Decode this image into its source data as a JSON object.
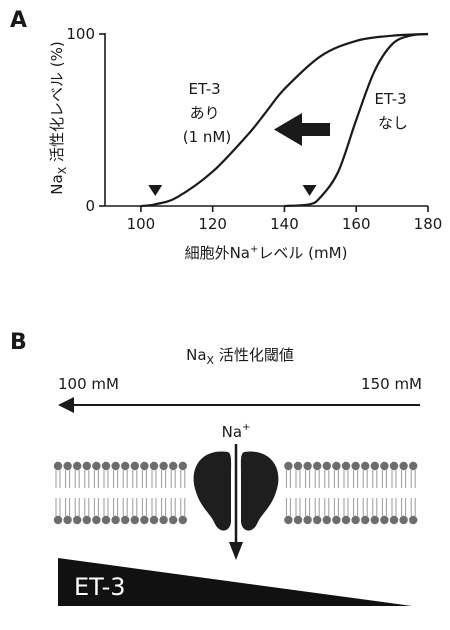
{
  "panel_a": {
    "letter": "A",
    "ylabel_main": "Na",
    "ylabel_sub": "X",
    "ylabel_rest": " 活性化レベル (%)",
    "xlabel_main": "細胞外Na",
    "xlabel_sup": "+",
    "xlabel_rest": "レベル (mM)",
    "curve_with": {
      "line1": "ET-3",
      "line2": "あり",
      "line3": "(1 nM)"
    },
    "curve_without": {
      "line1": "ET-3",
      "line2": "なし"
    }
  },
  "panel_b": {
    "letter": "B",
    "title_main": "Na",
    "title_sub": "X",
    "title_rest": " 活性化閾値",
    "left_value": "100 mM",
    "right_value": "150 mM",
    "ion_main": "Na",
    "ion_sup": "+",
    "wedge_label": "ET-3"
  },
  "chart_data": {
    "type": "line",
    "xlim": [
      90,
      180
    ],
    "ylim": [
      0,
      100
    ],
    "x_ticks": [
      "100",
      "120",
      "140",
      "160",
      "180"
    ],
    "y_ticks": [
      "0",
      "100"
    ],
    "series": [
      {
        "name": "ET-3 あり (1 nM)",
        "threshold": 104,
        "midpoint": 135,
        "x": [
          100,
          104,
          110,
          120,
          130,
          135,
          140,
          150,
          160,
          170,
          180
        ],
        "values": [
          0,
          1,
          5,
          20,
          42,
          55,
          68,
          87,
          96,
          99,
          100
        ]
      },
      {
        "name": "ET-3 なし",
        "threshold": 147,
        "midpoint": 160,
        "x": [
          140,
          147,
          150,
          155,
          160,
          165,
          170,
          175,
          180
        ],
        "values": [
          0,
          1,
          5,
          20,
          50,
          78,
          94,
          99,
          100
        ]
      }
    ]
  },
  "colors": {
    "ink": "#1a1a1a",
    "membrane": "#6d6d6d",
    "channel": "#1e1e1e"
  }
}
